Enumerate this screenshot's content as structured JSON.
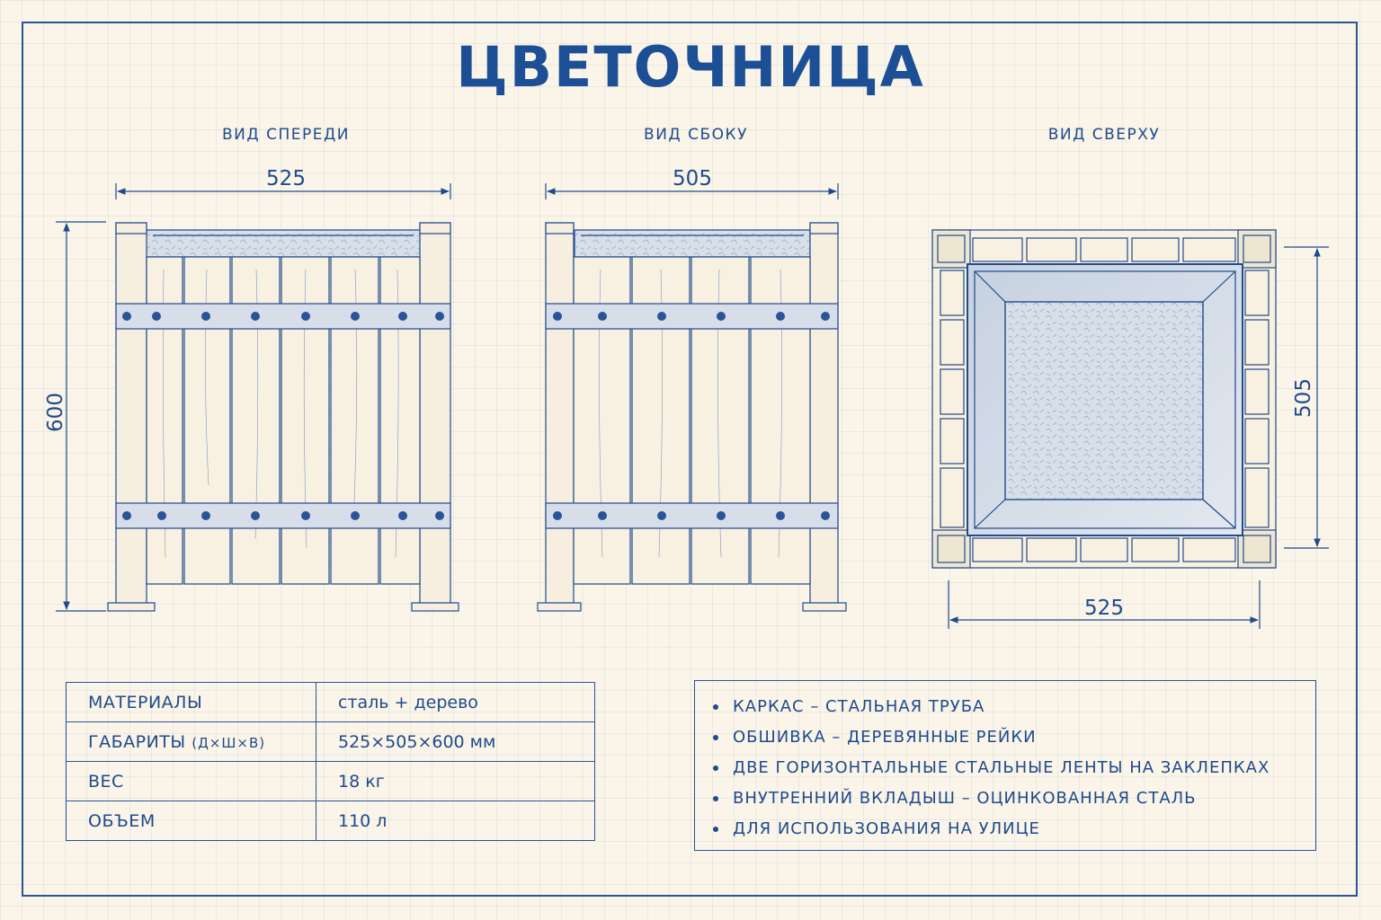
{
  "title": "ЦВЕТОЧНИЦА",
  "views": {
    "front": {
      "label": "ВИД СПЕРЕДИ",
      "width": "525",
      "height": "600"
    },
    "side": {
      "label": "ВИД СБОКУ",
      "width": "505"
    },
    "top": {
      "label": "ВИД СВЕРХУ",
      "width": "525",
      "depth": "505"
    }
  },
  "specs": [
    {
      "key": "МАТЕРИАЛЫ",
      "key_suffix": "",
      "value": "сталь + дерево"
    },
    {
      "key": "ГАБАРИТЫ",
      "key_suffix": "(Д×Ш×В)",
      "value": "525×505×600 мм"
    },
    {
      "key": "ВЕС",
      "key_suffix": "",
      "value": "18 кг"
    },
    {
      "key": "ОБЪЕМ",
      "key_suffix": "",
      "value": "110 л"
    }
  ],
  "notes": [
    "КАРКАС – СТАЛЬНАЯ ТРУБА",
    "ОБШИВКА – ДЕРЕВЯННЫЕ РЕЙКИ",
    "ДВЕ ГОРИЗОНТАЛЬНЫЕ СТАЛЬНЫЕ ЛЕНТЫ НА ЗАКЛЕПКАХ",
    "ВНУТРЕННИЙ ВКЛАДЫШ – ОЦИНКОВАННАЯ СТАЛЬ",
    "ДЛЯ ИСПОЛЬЗОВАНИЯ НА УЛИЦЕ"
  ],
  "colors": {
    "ink": "#1f4a8c",
    "paper": "#faf5e8"
  }
}
